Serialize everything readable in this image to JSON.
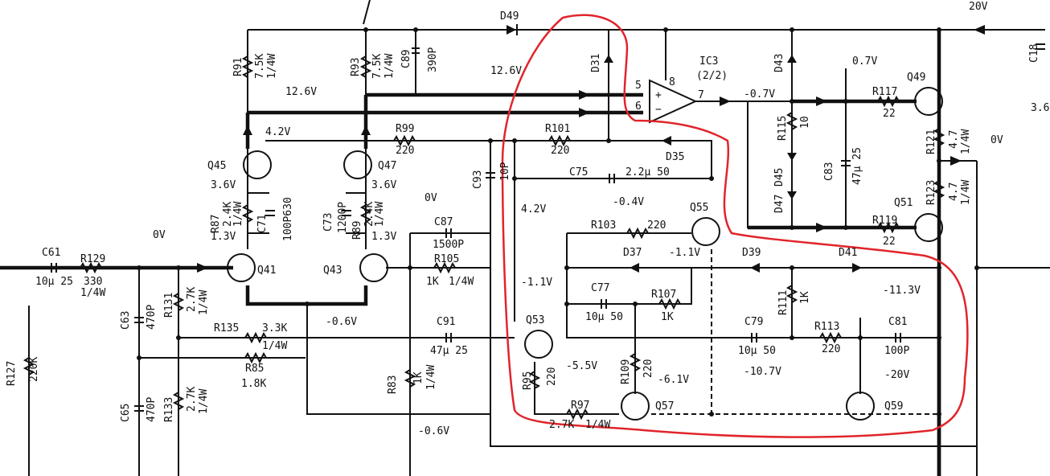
{
  "labels": {
    "D49": "D49",
    "V20": "20V",
    "C18": "C18",
    "V3_6_edge": "3.6",
    "R91": "R91",
    "R91_val": "7.5K",
    "R91_w": "1/4W",
    "R93": "R93",
    "R93_val": "7.5K",
    "R93_w": "1/4W",
    "C89": "C89",
    "C89_val": "390P",
    "D31": "D31",
    "IC3": "IC3",
    "IC3_sub": "(2/2)",
    "pin8": "8",
    "pin5": "5",
    "pin6": "6",
    "pin7": "7",
    "V12_6a": "12.6V",
    "V12_6b": "12.6V",
    "D43": "D43",
    "V0_7a": "0.7V",
    "Vm0_7": "-0.7V",
    "R117": "R117",
    "R117_val": "22",
    "Q49": "Q49",
    "R115": "R115",
    "R115_val": "10",
    "D45": "D45",
    "C83": "C83",
    "C83_val": "47µ 25",
    "R121": "R121",
    "R121_val": "4.7",
    "R121_w": "1/4W",
    "V0a": "0V",
    "R123": "R123",
    "R123_val": "4.7",
    "R123_w": "1/4W",
    "D47": "D47",
    "Q51": "Q51",
    "R119": "R119",
    "R119_val": "22",
    "V4_2a": "4.2V",
    "R99": "R99",
    "R99_val": "220",
    "R101": "R101",
    "R101_val": "220",
    "D35": "D35",
    "Q45": "Q45",
    "Q47": "Q47",
    "C93": "C93",
    "C93_val": "10P",
    "C75": "C75",
    "C75_val": "2.2µ 50",
    "V3_6a": "3.6V",
    "V3_6b": "3.6V",
    "R87": "R87",
    "R87_val": "2.4K",
    "R87_w": "1/4W",
    "C71": "C71",
    "C71_val": "100P630",
    "C73": "C73",
    "C73_val": "1200P",
    "R89": "R89",
    "R89_val": "2.4K",
    "R89_w": "1/4W",
    "V0b": "0V",
    "Vm0_4": "-0.4V",
    "Q55": "Q55",
    "V4_2b": "4.2V",
    "C87": "C87",
    "C87_val": "1500P",
    "R103": "R103",
    "R103_val": "220",
    "V1_3a": "1.3V",
    "V1_3b": "1.3V",
    "C61": "C61",
    "C61_val": "10µ 25",
    "R129": "R129",
    "R129_val": "330",
    "R129_w": "1/4W",
    "V0c": "0V",
    "Q41": "Q41",
    "Q43": "Q43",
    "R105": "R105",
    "R105_val": "1K",
    "R105_w": "1/4W",
    "D37": "D37",
    "Vm1_1a": "-1.1V",
    "D39": "D39",
    "D41": "D41",
    "C63": "C63",
    "C63_val": "470P",
    "R131": "R131",
    "R131_val": "2.7K",
    "R131_w": "1/4W",
    "Vm1_1b": "-1.1V",
    "C77": "C77",
    "C77_val": "10µ 50",
    "R107": "R107",
    "R107_val": "1K",
    "R111": "R111",
    "R111_val": "1K",
    "Vm11_3": "-11.3V",
    "Vm0_6a": "-0.6V",
    "R135": "R135",
    "R135_val": "3.3K",
    "R135_w": "1/4W",
    "C91": "C91",
    "C91_val": "47µ 25",
    "Q53": "Q53",
    "C79": "C79",
    "C79_val": "10µ 50",
    "R113": "R113",
    "R113_val": "220",
    "C81": "C81",
    "C81_val": "100P",
    "R85": "R85",
    "R85_val": "1.8K",
    "R127": "R127",
    "R127_val": "220K",
    "Vm5_5": "-5.5V",
    "R109": "R109",
    "R109_val": "220",
    "Vm6_1": "-6.1V",
    "Vm10_7": "-10.7V",
    "Vm20": "-20V",
    "R95": "R95",
    "R95_val": "220",
    "R83": "R83",
    "R83_val": "1K",
    "R83_w": "1/4W",
    "C65": "C65",
    "C65_val": "470P",
    "R133": "R133",
    "R133_val": "2.7K",
    "R133_w": "1/4W",
    "R97": "R97",
    "R97_val": "2.7K",
    "R97_w": "1/4W",
    "Q57": "Q57",
    "Q59": "Q59",
    "Vm0_6b": "-0.6V"
  },
  "colors": {
    "ink": "#111111",
    "highlight": "#e0252b",
    "paper": "#ffffff"
  }
}
